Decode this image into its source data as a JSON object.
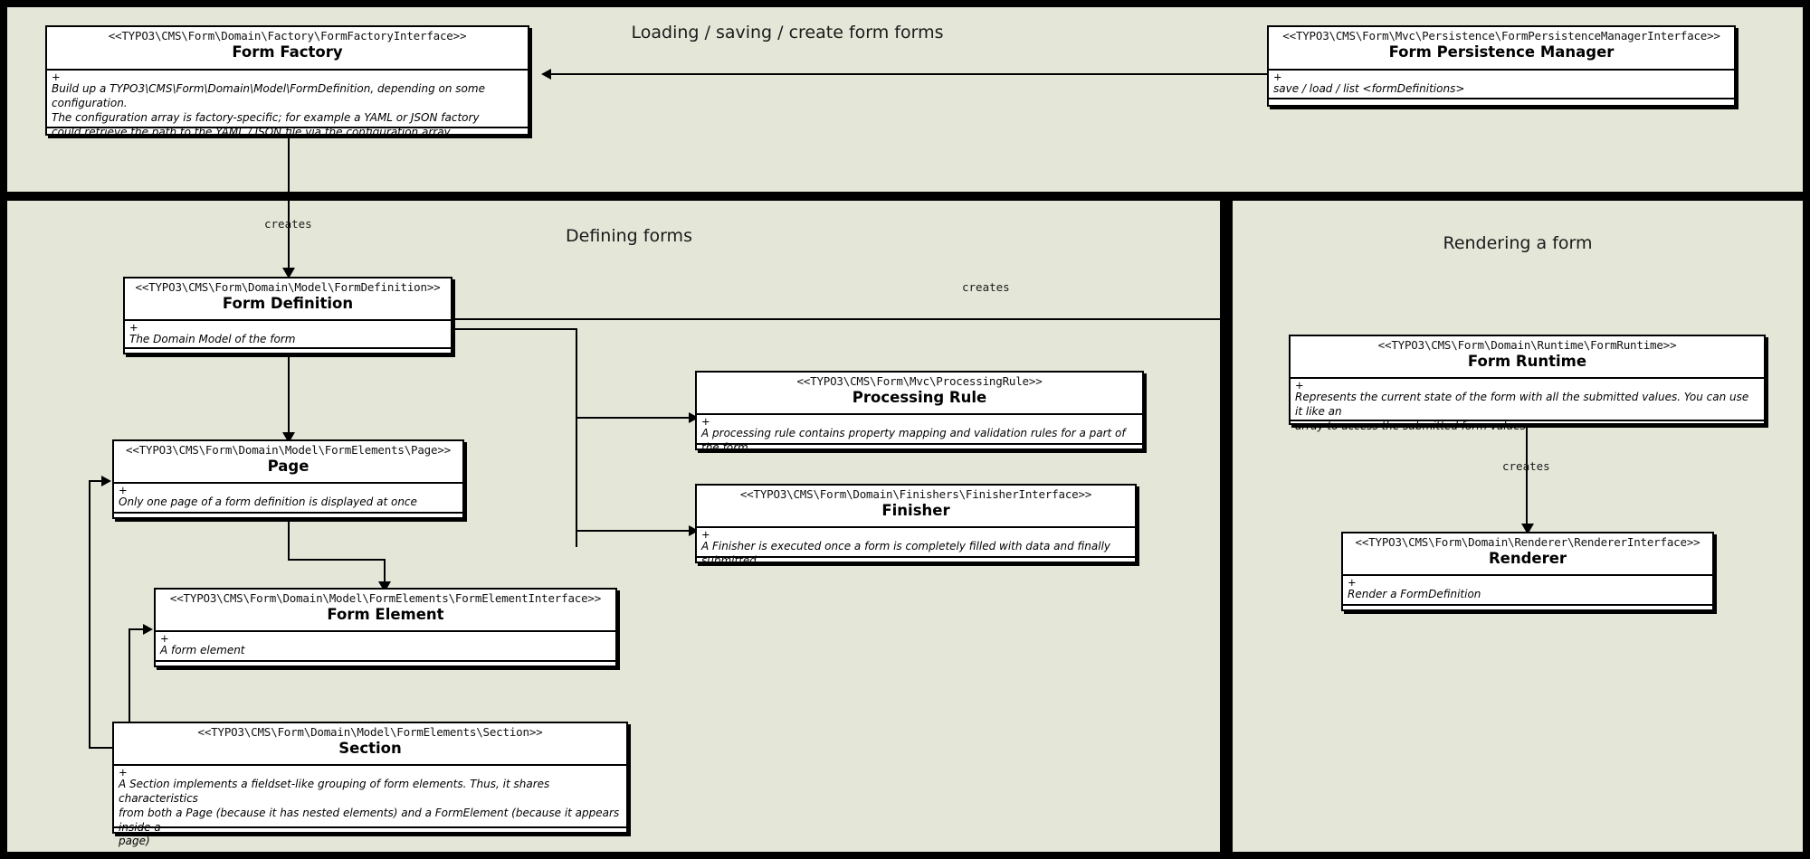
{
  "diagram": {
    "type": "uml-class-diagram",
    "background_color": "#e4e7d8",
    "border_color": "#000000",
    "box_fill": "#ffffff"
  },
  "panels": [
    {
      "id": "loading",
      "title": "Loading / saving / create form forms"
    },
    {
      "id": "defining",
      "title": "Defining forms"
    },
    {
      "id": "rendering",
      "title": "Rendering a form"
    }
  ],
  "classes": {
    "form_factory": {
      "stereotype": "<<TYPO3\\CMS\\Form\\Domain\\Factory\\FormFactoryInterface>>",
      "name": "Form Factory",
      "visibility": "+",
      "description": "Build up a TYPO3\\CMS\\Form\\Domain\\Model\\FormDefinition, depending on some configuration.\nThe configuration array is factory-specific; for example a YAML or JSON factory\ncould retrieve the path to the YAML / JSON file via the configuration array."
    },
    "form_persistence_manager": {
      "stereotype": "<<TYPO3\\CMS\\Form\\Mvc\\Persistence\\FormPersistenceManagerInterface>>",
      "name": "Form Persistence Manager",
      "visibility": "+",
      "description": "save / load / list <formDefinitions>"
    },
    "form_definition": {
      "stereotype": "<<TYPO3\\CMS\\Form\\Domain\\Model\\FormDefinition>>",
      "name": "Form Definition",
      "visibility": "+",
      "description": "The Domain Model of the form"
    },
    "page": {
      "stereotype": "<<TYPO3\\CMS\\Form\\Domain\\Model\\FormElements\\Page>>",
      "name": "Page",
      "visibility": "+",
      "description": "Only one page of a form definition is displayed at once"
    },
    "form_element": {
      "stereotype": "<<TYPO3\\CMS\\Form\\Domain\\Model\\FormElements\\FormElementInterface>>",
      "name": "Form Element",
      "visibility": "+",
      "description": "A form element"
    },
    "section": {
      "stereotype": "<<TYPO3\\CMS\\Form\\Domain\\Model\\FormElements\\Section>>",
      "name": "Section",
      "visibility": "+",
      "description": "A Section implements a fieldset-like grouping of form elements. Thus, it shares characteristics\nfrom both a Page (because it has nested elements) and a FormElement (because it appears inside a\npage)"
    },
    "processing_rule": {
      "stereotype": "<<TYPO3\\CMS\\Form\\Mvc\\ProcessingRule>>",
      "name": "Processing Rule",
      "visibility": "+",
      "description": "A processing rule contains property mapping and validation rules for a part of the form"
    },
    "finisher": {
      "stereotype": "<<TYPO3\\CMS\\Form\\Domain\\Finishers\\FinisherInterface>>",
      "name": "Finisher",
      "visibility": "+",
      "description": "A Finisher is executed once a form is completely filled with data and finally submitted"
    },
    "form_runtime": {
      "stereotype": "<<TYPO3\\CMS\\Form\\Domain\\Runtime\\FormRuntime>>",
      "name": "Form Runtime",
      "visibility": "+",
      "description": "Represents the current state of the form with all the submitted values. You can use it like an\narray to access the submitted form values."
    },
    "renderer": {
      "stereotype": "<<TYPO3\\CMS\\Form\\Domain\\Renderer\\RendererInterface>>",
      "name": "Renderer",
      "visibility": "+",
      "description": "Render a FormDefinition"
    }
  },
  "edges": [
    {
      "id": "factory-creates-definition",
      "label": "creates",
      "from": "form_factory",
      "to": "form_definition"
    },
    {
      "id": "definition-creates-runtime",
      "label": "creates",
      "from": "form_definition",
      "to": "form_runtime"
    },
    {
      "id": "runtime-creates-renderer",
      "label": "creates",
      "from": "form_runtime",
      "to": "renderer"
    },
    {
      "id": "persistence-to-factory",
      "label": "",
      "from": "form_persistence_manager",
      "to": "form_factory"
    },
    {
      "id": "definition-to-page",
      "label": "",
      "from": "form_definition",
      "to": "page"
    },
    {
      "id": "definition-to-processing-rule",
      "label": "",
      "from": "form_definition",
      "to": "processing_rule"
    },
    {
      "id": "definition-to-finisher",
      "label": "",
      "from": "form_definition",
      "to": "finisher"
    },
    {
      "id": "page-to-form-element",
      "label": "",
      "from": "page",
      "to": "form_element"
    },
    {
      "id": "section-to-page",
      "label": "",
      "from": "section",
      "to": "page"
    },
    {
      "id": "section-to-form-element",
      "label": "",
      "from": "section",
      "to": "form_element"
    }
  ]
}
